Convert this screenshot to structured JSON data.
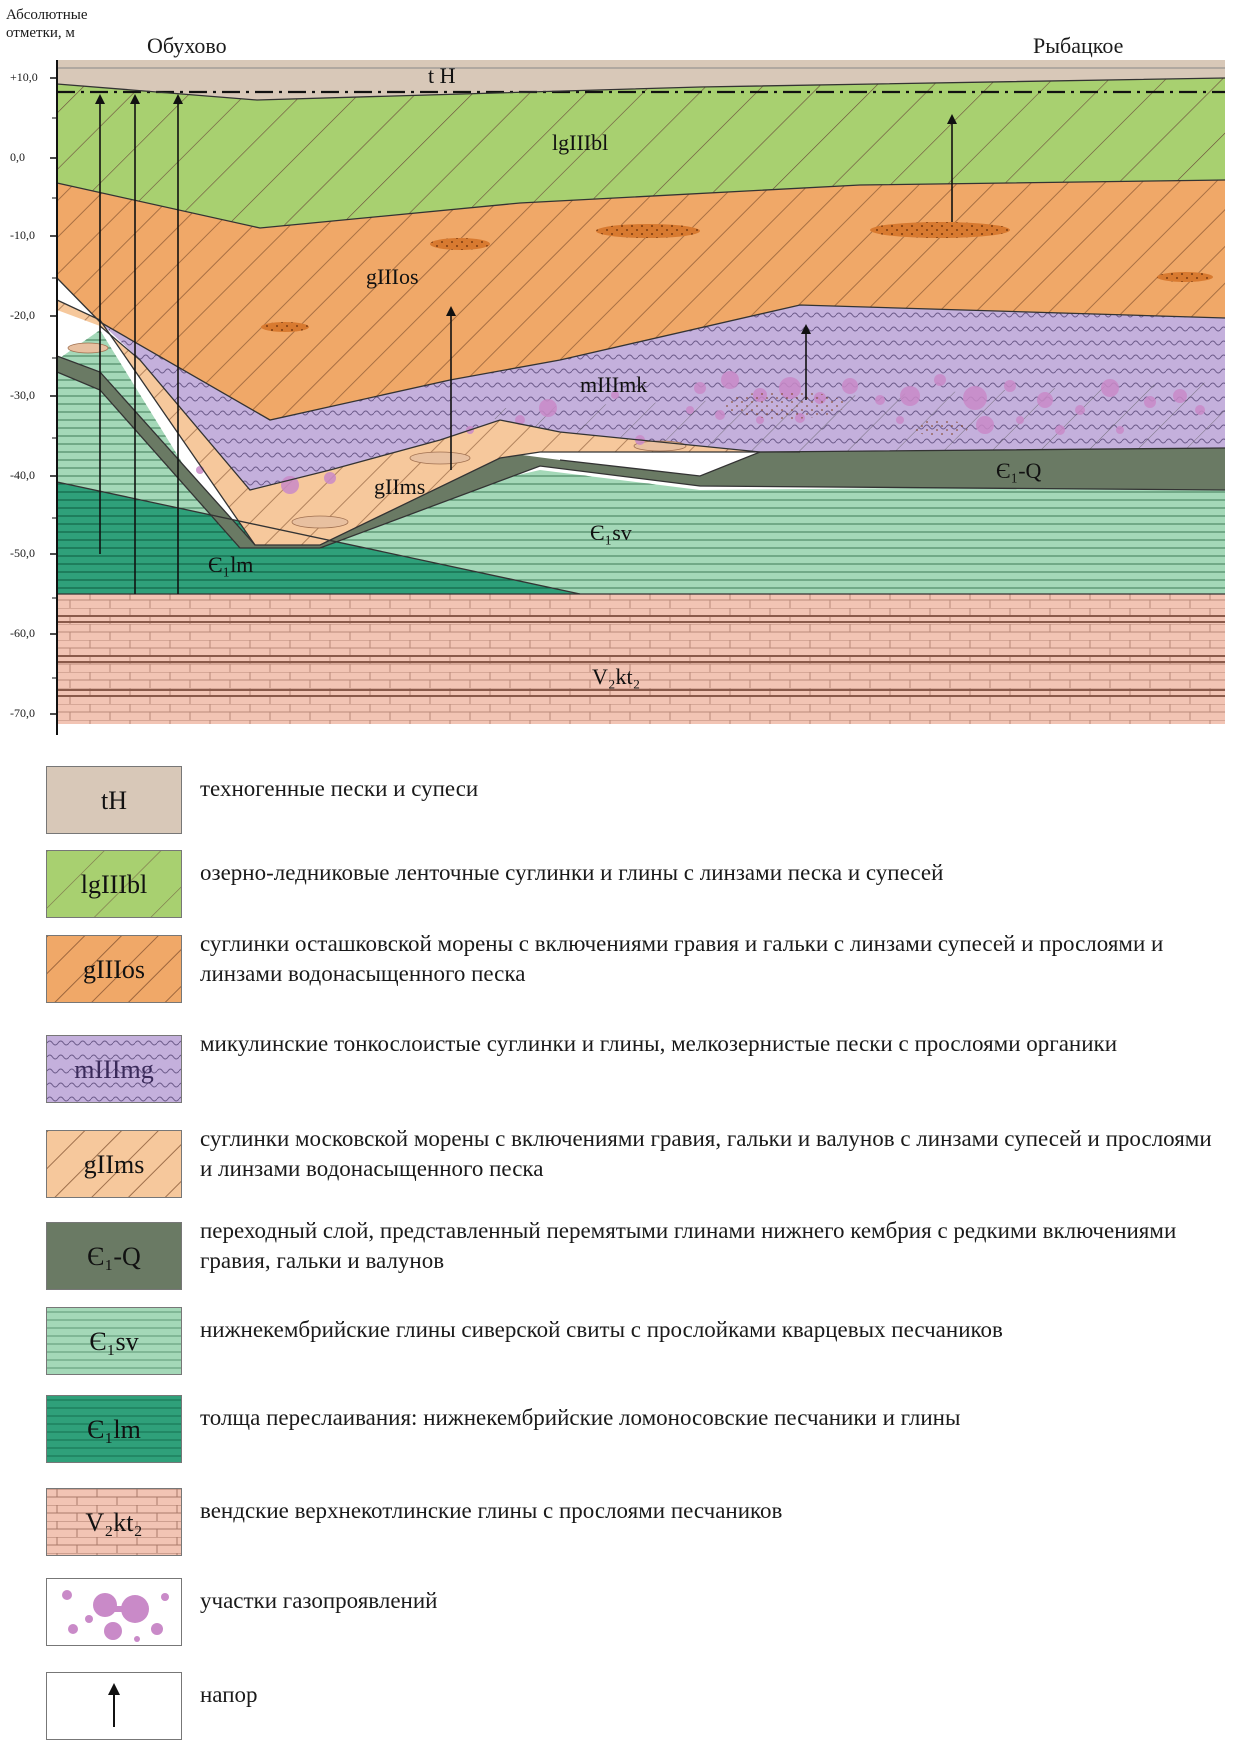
{
  "axis": {
    "title_line1": "Абсолютные",
    "title_line2": "отметки, м",
    "ticks": [
      "+10,0",
      "0,0",
      "-10,0",
      "-20,0",
      "-30,0",
      "-40,0",
      "-50,0",
      "-60,0",
      "-70,0"
    ]
  },
  "places": {
    "left": "Обухово",
    "right": "Рыбацкое"
  },
  "section_labels": {
    "tH": "t H",
    "lgIIIbl": "lgIIIbl",
    "gIIIos": "gIIIos",
    "mIIImk": "mIIImk",
    "gIIms": "gIIms",
    "e1q": "Є₁-Q",
    "e1sv": "Є₁sv",
    "e1lm": "Є₁lm",
    "v2kt2": "V₂kt₂"
  },
  "legend": [
    {
      "code": "tH",
      "text": "техногенные пески и супеси"
    },
    {
      "code": "lgIIIbl",
      "text": "озерно-ледниковые  ленточные суглинки и глины с  линзами песка и супесей"
    },
    {
      "code": "gIIIos",
      "text": "суглинки осташковской морены с включениями гравия и гальки с линзами супесей и прослоями и линзами водонасыщенного песка"
    },
    {
      "code": "mIIImg",
      "text": "микулинские тонкослоистые суглинки и глины, мелкозернистые пески с прослоями органики"
    },
    {
      "code": "gIIms",
      "text": "суглинки московской морены  с включениями гравия, гальки и валунов с линзами супесей и прослоями и линзами водонасыщенного песка"
    },
    {
      "code": "Є₁-Q",
      "text": "переходный слой, представленный перемятыми глинами нижнего кембрия с редкими включениями гравия, гальки и валунов"
    },
    {
      "code": "Є₁sv",
      "text": "нижнекембрийские глины сиверской свиты с прослойками кварцевых песчаников"
    },
    {
      "code": "Є₁lm",
      "text": "толща переслаивания: нижнекембрийские ломоносовские песчаники и глины"
    },
    {
      "code": "V₂kt₂",
      "text": "вендские верхнекотлинские глины с прослоями песчаников"
    },
    {
      "code": "",
      "text": "участки газопроявлений"
    },
    {
      "code": "",
      "text": "напор"
    }
  ],
  "colors": {
    "tH": "#d8c8b8",
    "lgIIIbl": "#a8d070",
    "gIIIos": "#f0a868",
    "mIIImk": "#c4b0dc",
    "gIIms": "#f6c89c",
    "e1q": "#6a7a64",
    "e1sv": "#a4d8b8",
    "e1lm": "#2fa07a",
    "v2kt2": "#f2c4b4",
    "gas": "#c98ac8"
  }
}
